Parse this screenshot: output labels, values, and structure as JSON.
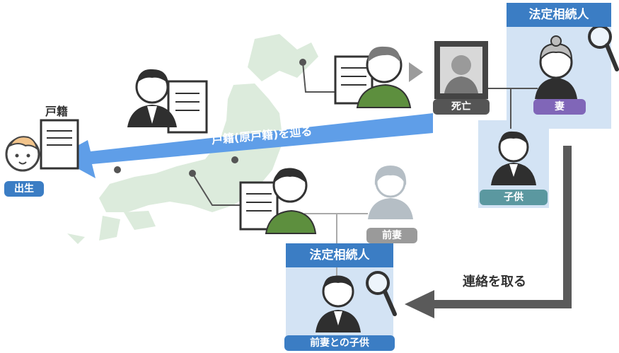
{
  "labels": {
    "koseki": "戸籍",
    "birth": "出生",
    "arrow_trace": "戸籍(原戸籍)を辿る",
    "death": "死亡",
    "heir_header_top": "法定相続人",
    "wife": "妻",
    "child": "子供",
    "former_wife": "前妻",
    "heir_header_bottom": "法定相続人",
    "former_wife_child": "前妻との子供",
    "contact": "連絡を取る"
  },
  "colors": {
    "map_green": "#dcebdc",
    "arrow_blue": "#5f9ee8",
    "header_blue": "#3b7dc4",
    "panel_blue": "#d3e3f4",
    "pill_blue": "#3b7dc4",
    "pill_purple": "#8066b8",
    "pill_teal": "#5b98a0",
    "pill_gray": "#9a9a9a",
    "pill_dark": "#555555",
    "shirt_green": "#5d8f3e",
    "suit_dark": "#2f2f2f",
    "contact_arrow": "#5a5a5a"
  }
}
